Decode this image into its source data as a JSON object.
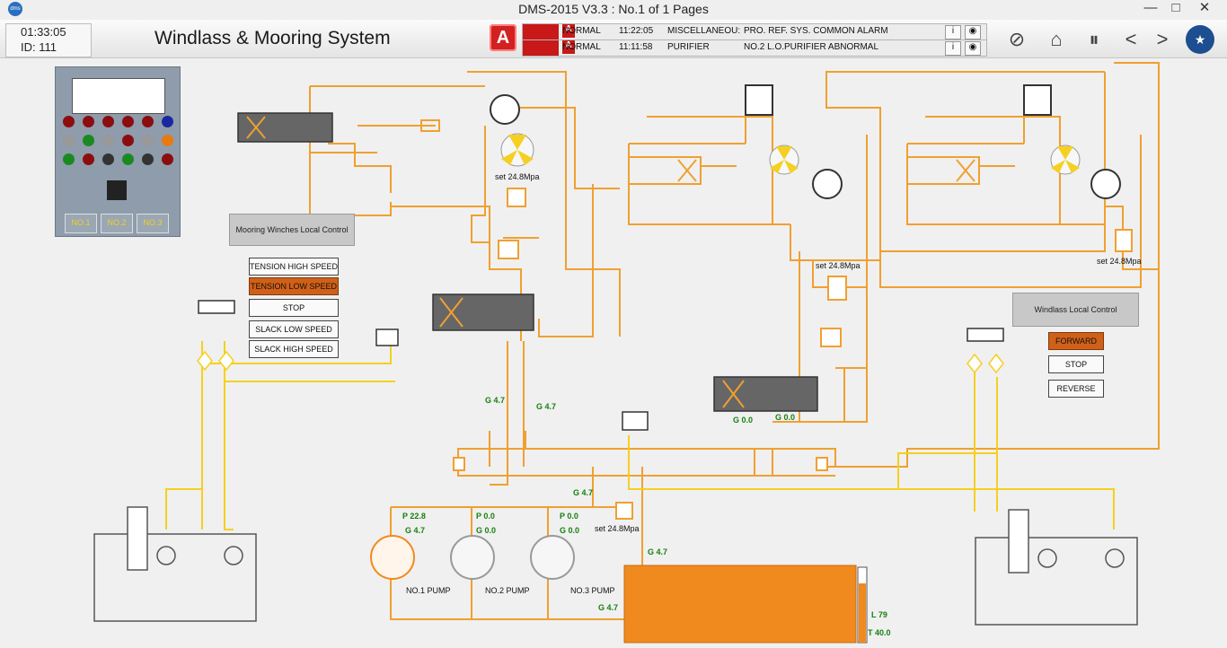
{
  "window": {
    "title": "DMS-2015 V3.3 : No.1 of 1 Pages",
    "app_icon": "dms"
  },
  "clock": {
    "time": "01:33:05",
    "id_label": "ID:",
    "id_value": "111"
  },
  "app_title": "Windlass & Mooring System",
  "alarm_icon_letter": "A",
  "alarms": [
    {
      "state": "NORMAL",
      "time": "11:22:05",
      "group": "MISCELLANEOU:",
      "text": "PRO. REF. SYS. COMMON ALARM",
      "badge": "A"
    },
    {
      "state": "NORMAL",
      "time": "11:11:58",
      "group": "PURIFIER",
      "text": "NO.2 L.O.PURIFIER ABNORMAL",
      "badge": "A"
    }
  ],
  "info_glyph": "i",
  "panel_buttons": [
    "NO.1",
    "NO.2",
    "NO.3"
  ],
  "mooring": {
    "header": "Mooring Winches Local Control",
    "buttons": [
      {
        "label": "TENSION HIGH SPEED",
        "active": false
      },
      {
        "label": "TENSION LOW SPEED",
        "active": true
      },
      {
        "label": "STOP",
        "active": false
      },
      {
        "label": "SLACK LOW SPEED",
        "active": false
      },
      {
        "label": "SLACK HIGH SPEED",
        "active": false
      }
    ]
  },
  "windlass": {
    "header": "Windlass Local Control",
    "buttons": [
      {
        "label": "FORWARD",
        "active": true
      },
      {
        "label": "STOP",
        "active": false
      },
      {
        "label": "REVERSE",
        "active": false
      }
    ]
  },
  "relief_labels": {
    "top": "set 24.8Mpa",
    "mid": "set 24.8Mpa",
    "right": "set 24.8Mpa",
    "pump": "set 24.8Mpa"
  },
  "gauges": {
    "g1": "G 4.7",
    "g2": "G 4.7",
    "g3": "G 0.0",
    "g4": "G 0.0",
    "g5": "G 4.7",
    "g6": "G 4.7",
    "g7": "G 4.7"
  },
  "pumps": [
    {
      "name": "NO.1 PUMP",
      "p": "P 22.8",
      "g": "G 4.7",
      "running": true
    },
    {
      "name": "NO.2 PUMP",
      "p": "P 0.0",
      "g": "G 0.0",
      "running": false
    },
    {
      "name": "NO.3 PUMP",
      "p": "P 0.0",
      "g": "G 0.0",
      "running": false
    }
  ],
  "tank": {
    "level": "L 79",
    "temp": "T 40.0",
    "level_fraction": 0.79
  },
  "colors": {
    "oil": "#f0a030",
    "pilot": "#f5d020",
    "tank": "#f08a1e",
    "active_btn": "#d06018"
  },
  "icons": [
    "mute-icon",
    "home-icon",
    "pause-icon",
    "prev-icon",
    "next-icon",
    "emblem-icon"
  ]
}
